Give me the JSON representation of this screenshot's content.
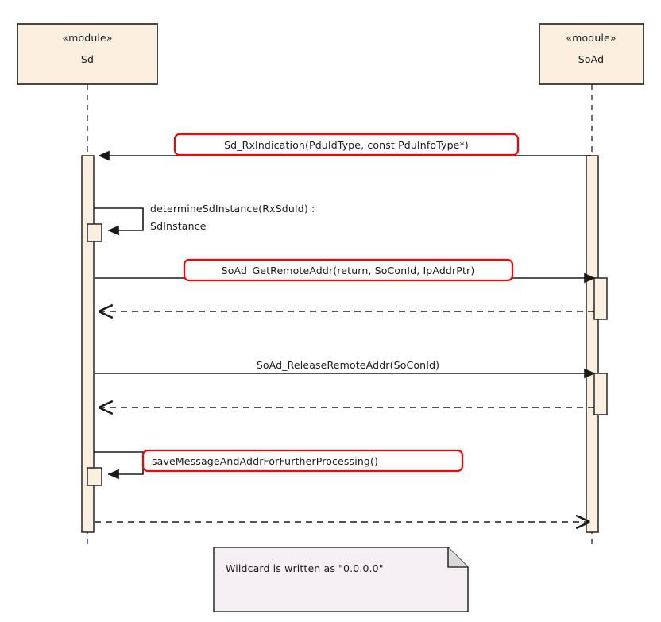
{
  "diagram": {
    "type": "uml-sequence-diagram",
    "background": "#ffffff",
    "colors": {
      "lifeline_box_fill": "#fbf0e0",
      "activation_fill": "#fbf0e0",
      "note_fill": "#f6f0f5",
      "stroke": "#333333",
      "highlight": "#ff0000",
      "label_fill": "#ffffff"
    },
    "participants": [
      {
        "id": "sd",
        "stereotype": "«module»",
        "name": "Sd"
      },
      {
        "id": "soad",
        "stereotype": "«module»",
        "name": "SoAd"
      }
    ],
    "messages": [
      {
        "id": "m1",
        "label": "Sd_RxIndication(PduIdType, const PduInfoType*)",
        "from": "soad",
        "to": "sd",
        "kind": "call",
        "highlighted": true
      },
      {
        "id": "m2",
        "label_line1": "determineSdInstance(RxSduId) :",
        "label_line2": "SdInstance",
        "from": "sd",
        "to": "sd",
        "kind": "self-call",
        "highlighted": false
      },
      {
        "id": "m3",
        "label": "SoAd_GetRemoteAddr(return, SoConId, IpAddrPtr)",
        "from": "sd",
        "to": "soad",
        "kind": "call",
        "highlighted": true
      },
      {
        "id": "m4",
        "label": "",
        "from": "soad",
        "to": "sd",
        "kind": "return",
        "highlighted": false
      },
      {
        "id": "m5",
        "label": "SoAd_ReleaseRemoteAddr(SoConId)",
        "from": "sd",
        "to": "soad",
        "kind": "call",
        "highlighted": false
      },
      {
        "id": "m6",
        "label": "",
        "from": "soad",
        "to": "sd",
        "kind": "return",
        "highlighted": false
      },
      {
        "id": "m7",
        "label": "saveMessageAndAddrForFurtherProcessing()",
        "from": "sd",
        "to": "sd",
        "kind": "self-call",
        "highlighted": true
      },
      {
        "id": "m8",
        "label": "",
        "from": "sd",
        "to": "soad",
        "kind": "return",
        "highlighted": false
      }
    ],
    "notes": [
      {
        "id": "n1",
        "text": "Wildcard is written as \"0.0.0.0\""
      }
    ]
  }
}
